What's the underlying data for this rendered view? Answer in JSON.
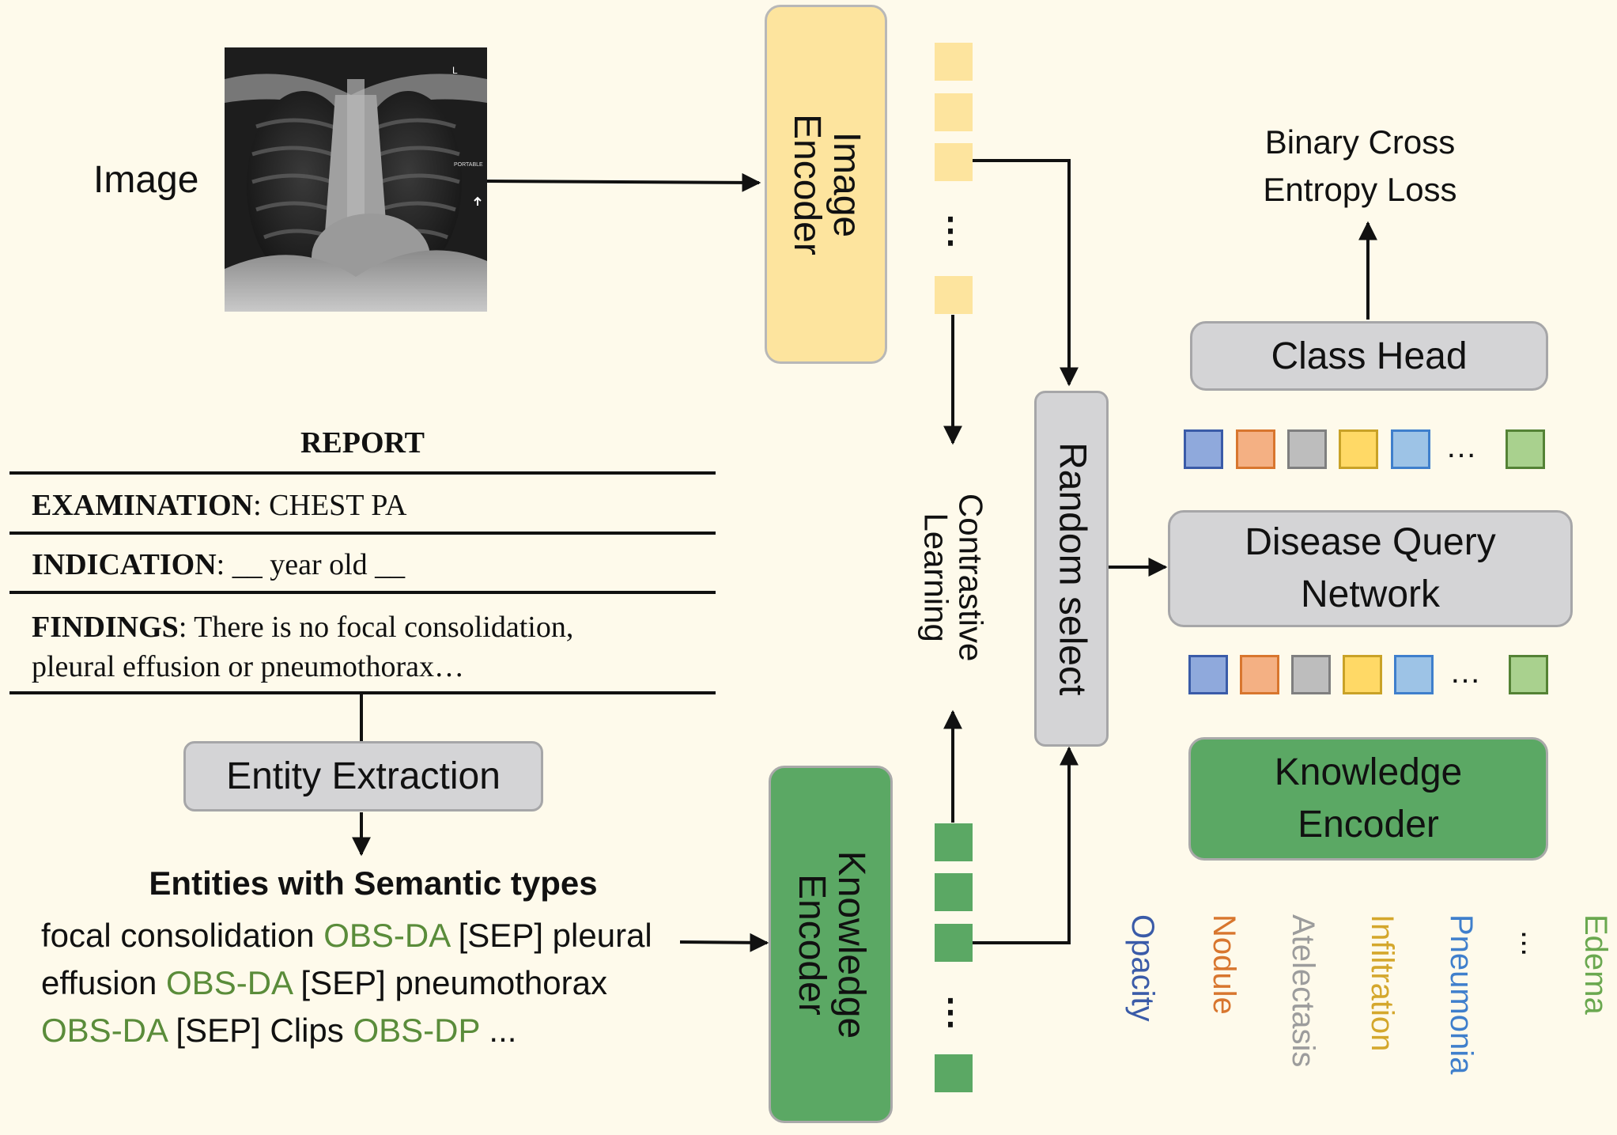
{
  "image_label": "Image",
  "xray": {
    "marker_l": "L",
    "marker_portable": "PORTABLE"
  },
  "image_encoder_label": "Image\nEncoder",
  "knowledge_encoder_vertical_label": "Knowledge\nEncoder",
  "contrastive_label": "Contrastive\nLearning",
  "random_select_label": "Random select",
  "loss_label": "Binary Cross\nEntropy Loss",
  "class_head_label": "Class Head",
  "disease_query_label": "Disease Query\nNetwork",
  "knowledge_encoder_label": "Knowledge\nEncoder",
  "ellipsis": "…",
  "vertical_dots": "⋮",
  "report": {
    "title": "REPORT",
    "examination_key": "EXAMINATION",
    "examination_value": ": CHEST PA",
    "indication_key": "INDICATION",
    "indication_value": ": __ year old __",
    "findings_key": "FINDINGS",
    "findings_value_line1": ": There is no focal consolidation,",
    "findings_value_line2": "pleural effusion or pneumothorax…"
  },
  "entity_extraction_label": "Entity Extraction",
  "entities": {
    "title": "Entities with Semantic types",
    "line1_a": "focal consolidation ",
    "line1_b": "OBS-DA",
    "line1_c": " [SEP] pleural",
    "line2_a": "effusion ",
    "line2_b": "OBS-DA",
    "line2_c": " [SEP] pneumothorax",
    "line3_a": "OBS-DA",
    "line3_b": " [SEP] Clips ",
    "line3_c": "OBS-DP",
    "line3_d": " ..."
  },
  "diseases": [
    {
      "name": "Opacity",
      "color": "#3a5ba8"
    },
    {
      "name": "Nodule",
      "color": "#d8762e"
    },
    {
      "name": "Atelectasis",
      "color": "#9c9c9c"
    },
    {
      "name": "Infiltration",
      "color": "#d4a72c"
    },
    {
      "name": "Pneumonia",
      "color": "#3f7fcc"
    },
    {
      "name": "...",
      "color": "#111111"
    },
    {
      "name": "Edema",
      "color": "#6aa84f"
    }
  ],
  "query_squares": [
    {
      "fill": "#8fa9dc",
      "border": "#3a5ba8"
    },
    {
      "fill": "#f4b083",
      "border": "#d8762e"
    },
    {
      "fill": "#bdbdbd",
      "border": "#7f7f7f"
    },
    {
      "fill": "#ffd966",
      "border": "#c9a227"
    },
    {
      "fill": "#9dc3e6",
      "border": "#3f7fcc"
    },
    {
      "fill": "#a9d18e",
      "border": "#548235"
    }
  ],
  "colors": {
    "background": "#fefaeb",
    "image_token": "#fde49e",
    "text_token": "#5ba864",
    "semantic_type_green": "#5a8c3a"
  }
}
